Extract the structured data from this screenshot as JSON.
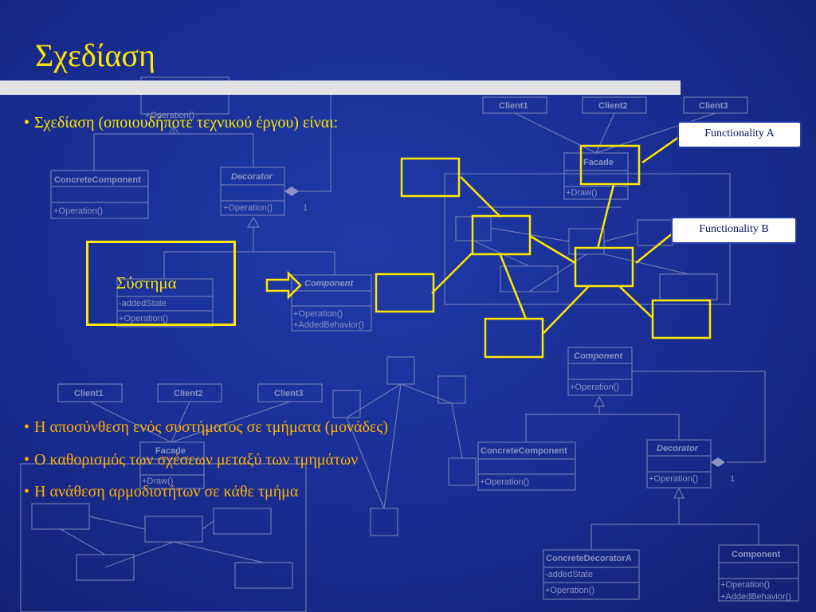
{
  "title": "Σχεδίαση",
  "bullet_symbol": "•",
  "bullets": [
    "Σχεδίαση (οποιουδήποτε τεχνικού έργου) είναι:",
    "Η αποσύνθεση ενός συστήματος σε τμήματα (μονάδες)",
    "Ο καθορισμός των σχέσεων μεταξύ των τμημάτων",
    "Η ανάθεση αρμοδιοτήτων σε κάθε τμήμα"
  ],
  "system_label": "Σύστημα",
  "callouts": {
    "a": "Functionality A",
    "b": "Functionality B"
  },
  "diagram": {
    "clients": [
      "Client1",
      "Client2",
      "Client3"
    ],
    "facade": "Facade",
    "draw_op": "+Draw()",
    "component": "Component",
    "concrete_component": "ConcreteComponent",
    "decorator": "Decorator",
    "concrete_decorator": "ConcreteDecoratorA",
    "operation": "+Operation()",
    "added_state": "-addedState",
    "added_behavior": "+AddedBehavior()",
    "multiplicity": "1"
  },
  "colors": {
    "background": "#1a2f95",
    "title": "#ffe800",
    "highlight": "#ffe800",
    "bullet_secondary": "#ffb000",
    "diagram_faded": "#8a93c2"
  }
}
